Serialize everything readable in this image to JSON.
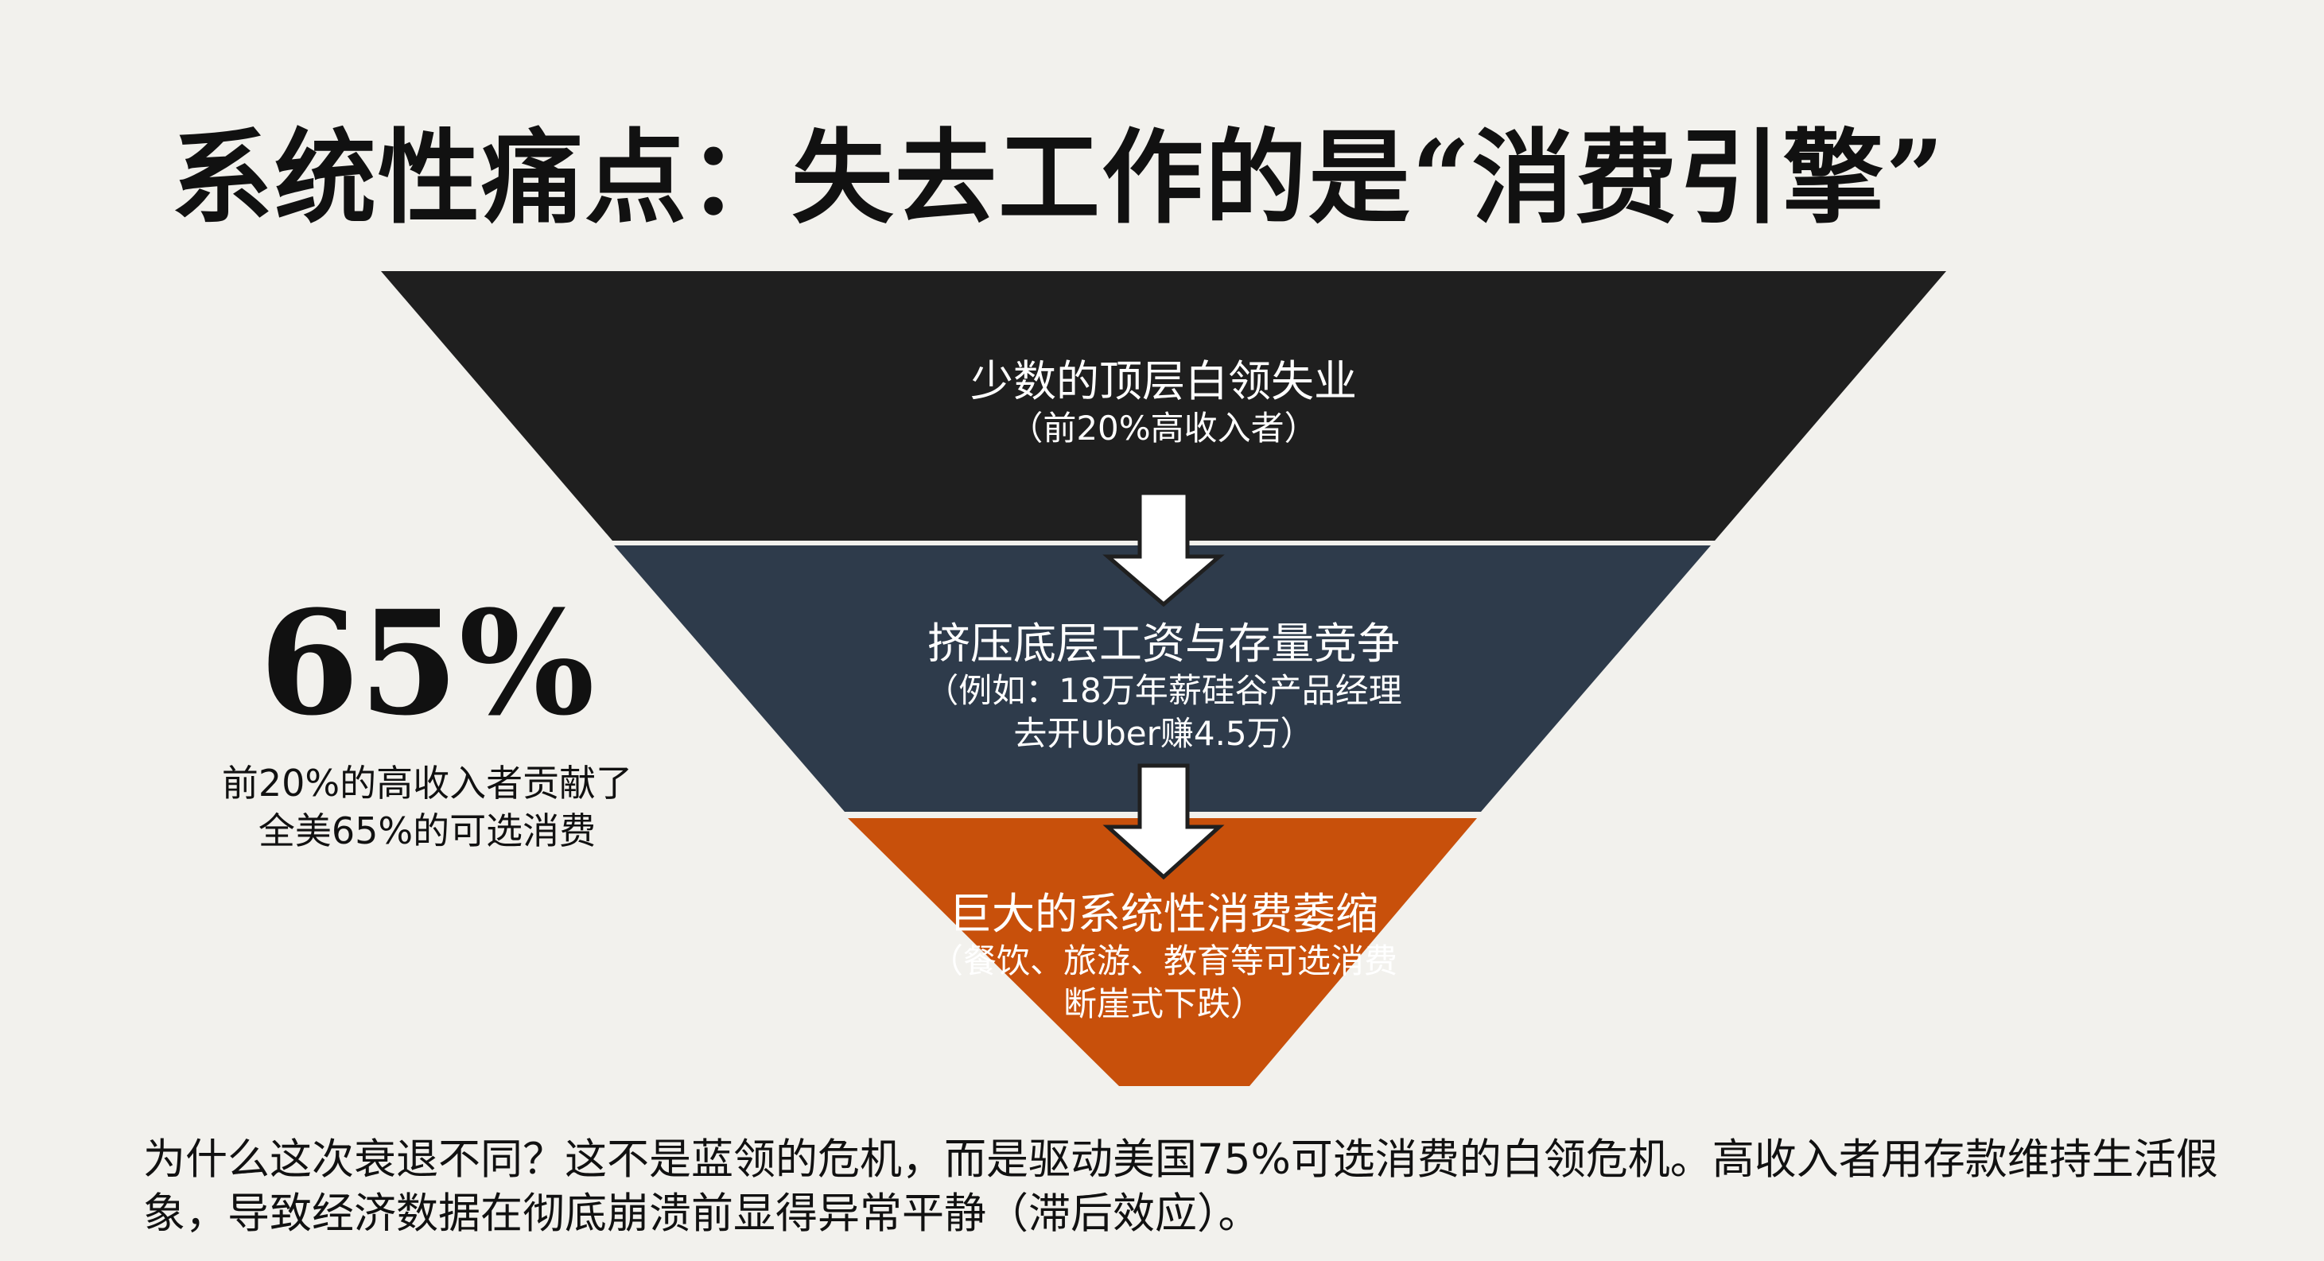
{
  "title": "系统性痛点：失去工作的是“消费引擎”",
  "funnel": [
    {
      "heading": "少数的顶层白领失业",
      "sub": [
        "（前20%高收入者）"
      ],
      "color": "#1f1f1f"
    },
    {
      "heading": "挤压底层工资与存量竞争",
      "sub": [
        "（例如：18万年薪硅谷产品经理",
        "去开Uber赚4.5万）"
      ],
      "color": "#2e3b4b"
    },
    {
      "heading": "巨大的系统性消费萎缩",
      "sub": [
        "（餐饮、旅游、教育等可选消费",
        "断崖式下跌）"
      ],
      "color": "#c8500b"
    }
  ],
  "stat": {
    "value": "65%",
    "caption": [
      "前20%的高收入者贡献了",
      "全美65%的可选消费"
    ]
  },
  "paragraph": "为什么这次衰退不同？这不是蓝领的危机，而是驱动美国75%可选消费的白领危机。高收入者用存款维持生活假象，导致经济数据在彻底崩溃前显得异常平静（滞后效应）。"
}
